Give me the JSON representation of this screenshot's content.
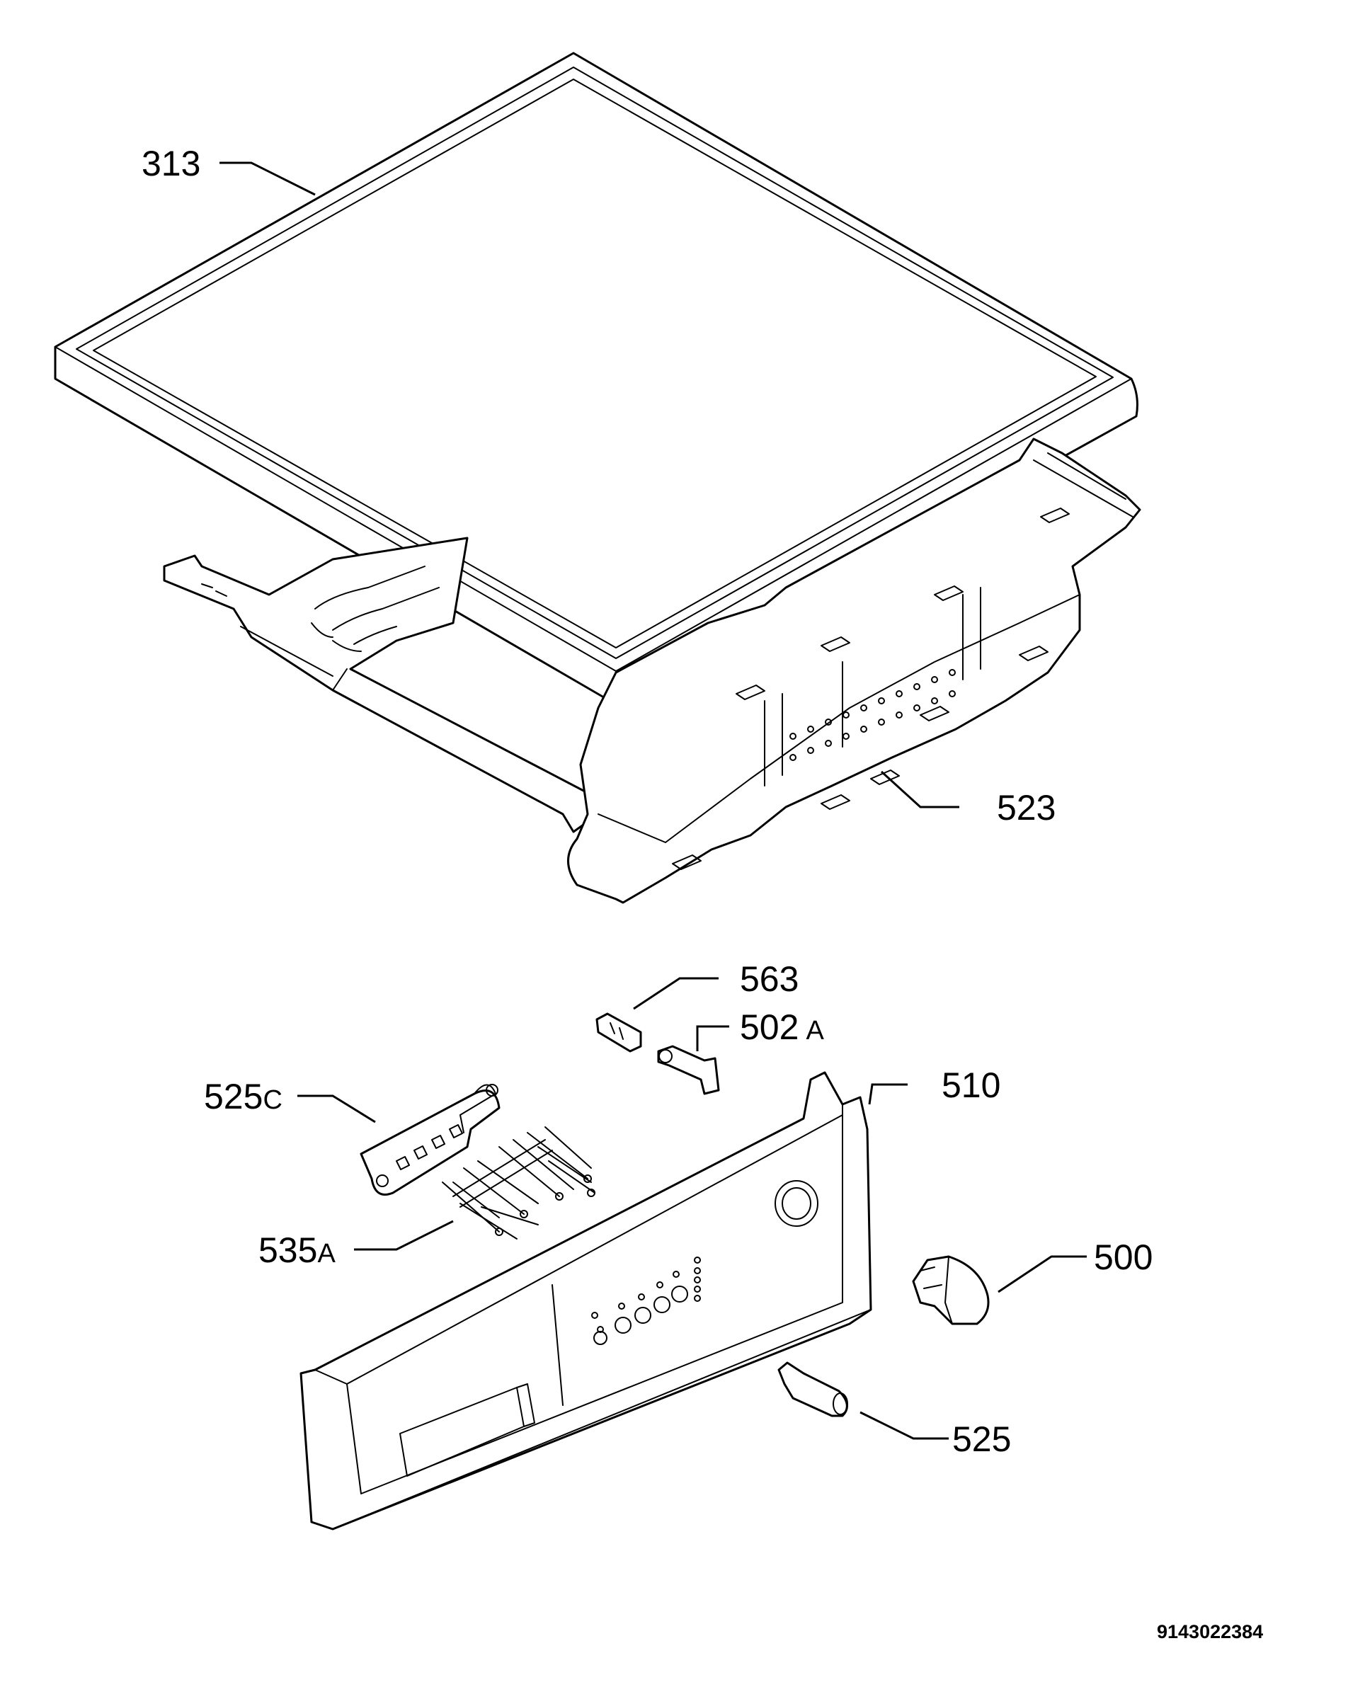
{
  "parts": [
    {
      "id": "313",
      "suffix": ""
    },
    {
      "id": "523",
      "suffix": ""
    },
    {
      "id": "563",
      "suffix": ""
    },
    {
      "id": "502",
      "suffix": "A"
    },
    {
      "id": "525",
      "suffix": "C"
    },
    {
      "id": "510",
      "suffix": ""
    },
    {
      "id": "535",
      "suffix": "A"
    },
    {
      "id": "500",
      "suffix": ""
    },
    {
      "id": "525",
      "suffix": ""
    }
  ],
  "drawing_code": "9143022384"
}
